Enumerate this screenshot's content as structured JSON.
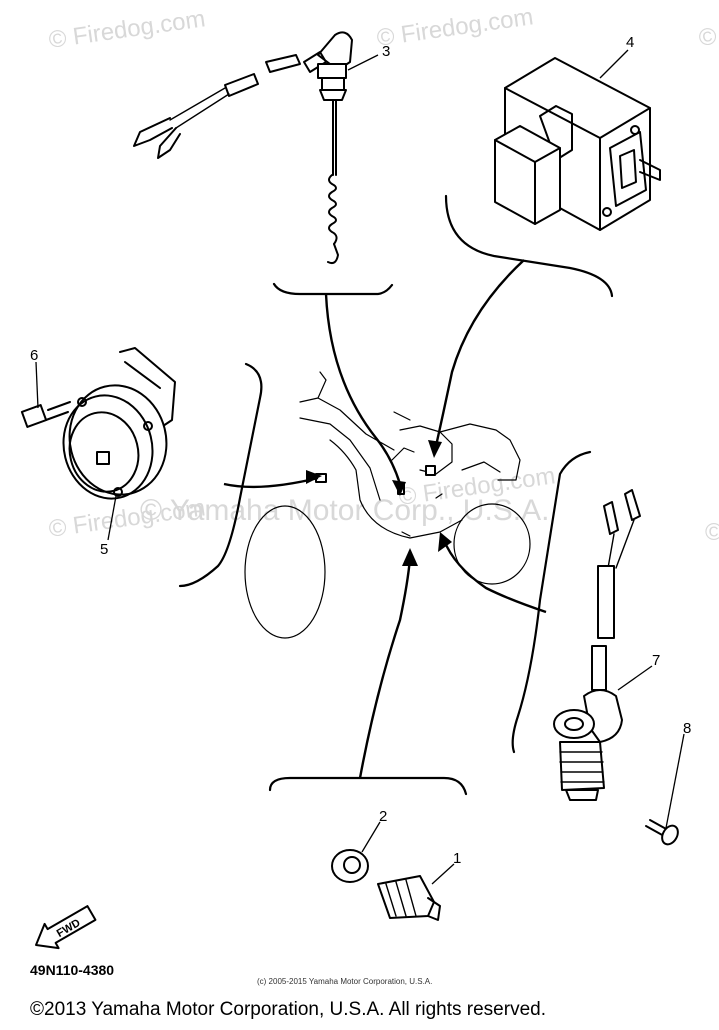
{
  "callouts": [
    "1",
    "2",
    "3",
    "4",
    "5",
    "6",
    "7",
    "8"
  ],
  "watermark": {
    "brand": "© Firedog.com",
    "main": "© Yamaha Motor Corp., U.S.A."
  },
  "fwd_label": "FWD",
  "diagram_code": "49N110-4380",
  "credit_small": "(c) 2005-2015 Yamaha Motor Corporation, U.S.A.",
  "copyright": "©2013 Yamaha Motor Corporation, U.S.A. All rights reserved."
}
